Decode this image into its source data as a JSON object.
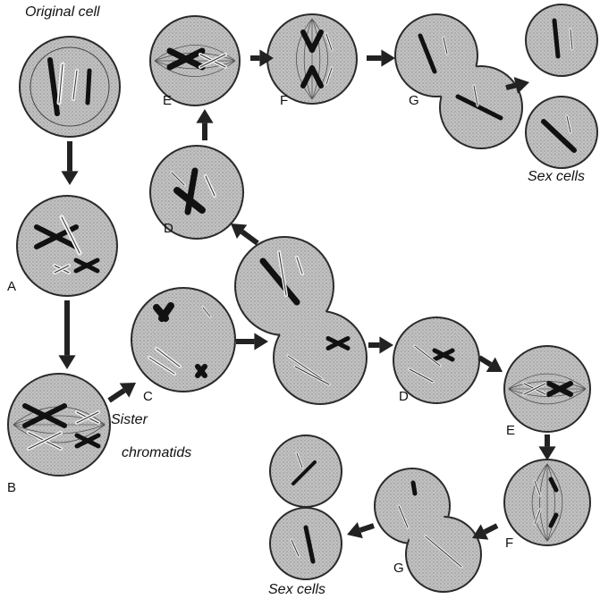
{
  "title": "Original cell",
  "annotations": {
    "sister_line1": "Sister",
    "sister_line2": "chromatids",
    "sex_cells_top": "Sex cells",
    "sex_cells_bottom": "Sex cells"
  },
  "stage_labels": {
    "A": "A",
    "B": "B",
    "C": "C",
    "D_upper": "D",
    "E_upper": "E",
    "F_upper": "F",
    "G_upper": "G",
    "D_lower": "D",
    "E_lower": "E",
    "F_lower": "F",
    "G_lower": "G"
  },
  "colors": {
    "cell_fill": "#b9b9b9",
    "cell_stroke": "#2a2a2a",
    "chromosome": "#111111",
    "arrow": "#222222"
  }
}
